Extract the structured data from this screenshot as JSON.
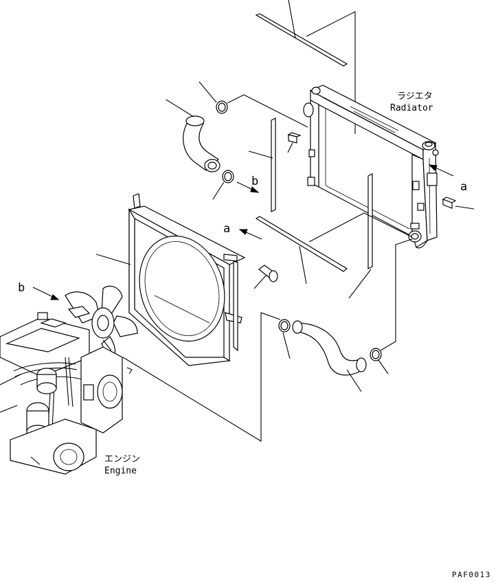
{
  "labels": {
    "radiator_jp": "ラジエタ",
    "radiator_en": "Radiator",
    "engine_jp": "エンジン",
    "engine_en": "Engine",
    "ref_a_right": "a",
    "ref_a_shroud": "a",
    "ref_b_hose": "b",
    "ref_b_engine": "b",
    "figure_code": "PAF0013"
  }
}
